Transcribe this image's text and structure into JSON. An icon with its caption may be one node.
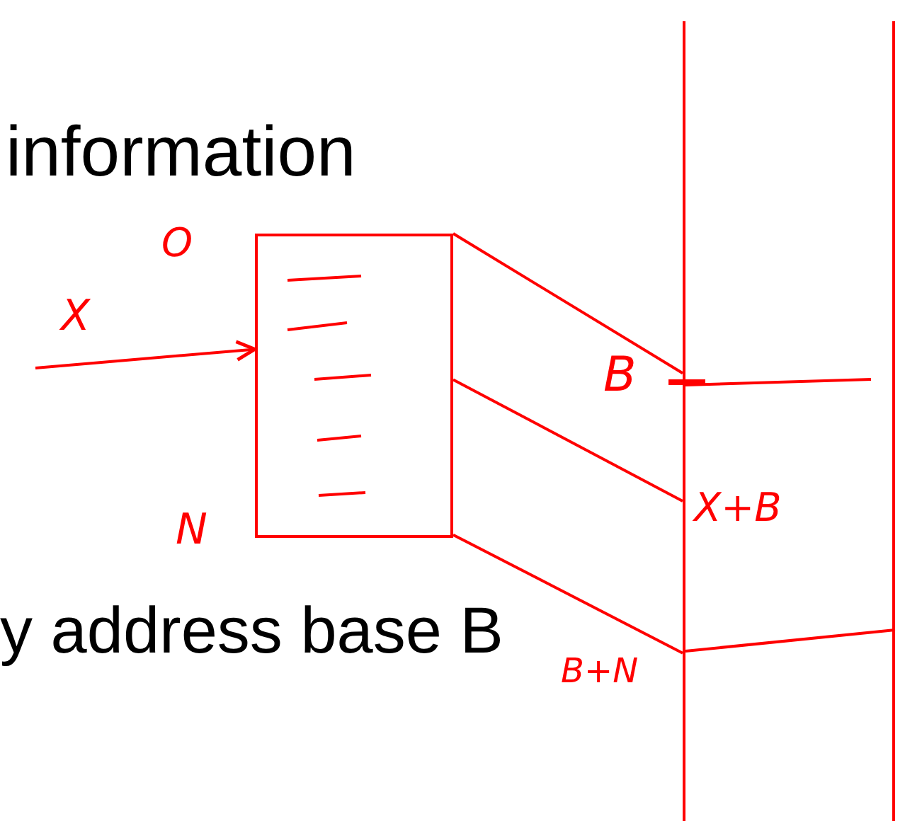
{
  "diagram": {
    "nodes": [
      {
        "text": [],
        "shape": "box"
      },
      {
        "text": [],
        "shape": "bar"
      }
    ],
    "edges": [
      {
        "from": null,
        "to": 0,
        "arrow": "to",
        "label": "X"
      },
      {
        "from": 0,
        "to": 1,
        "arrow": "none"
      },
      {
        "from": 0,
        "to": 1,
        "arrow": "none"
      },
      {
        "from": 0,
        "to": 1,
        "arrow": "none"
      }
    ],
    "labels": [
      "information",
      "O",
      "N",
      "B",
      "X+B",
      "y address base B",
      "B+N"
    ]
  }
}
